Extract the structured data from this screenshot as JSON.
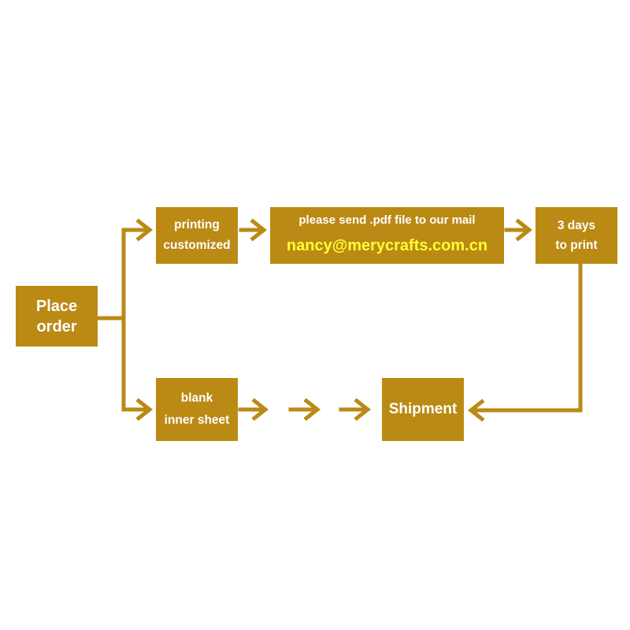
{
  "colors": {
    "box_fill": "#BA8A14",
    "connector": "#BA8A14",
    "text": "#FFFFFF",
    "email_text": "#FFFF33"
  },
  "flow": {
    "place_order": {
      "line1": "Place",
      "line2": "order"
    },
    "printing": {
      "line1": "printing",
      "line2": "customized"
    },
    "mail": {
      "instruction": "please send .pdf file to our mail",
      "address": "nancy@merycrafts.com.cn"
    },
    "days": {
      "line1": "3 days",
      "line2": "to print"
    },
    "blank": {
      "line1": "blank",
      "line2": "inner sheet"
    },
    "shipment": {
      "label": "Shipment"
    }
  },
  "icons": {
    "arrow": "chevron-arrow-right",
    "arrow_left": "chevron-arrow-left"
  }
}
